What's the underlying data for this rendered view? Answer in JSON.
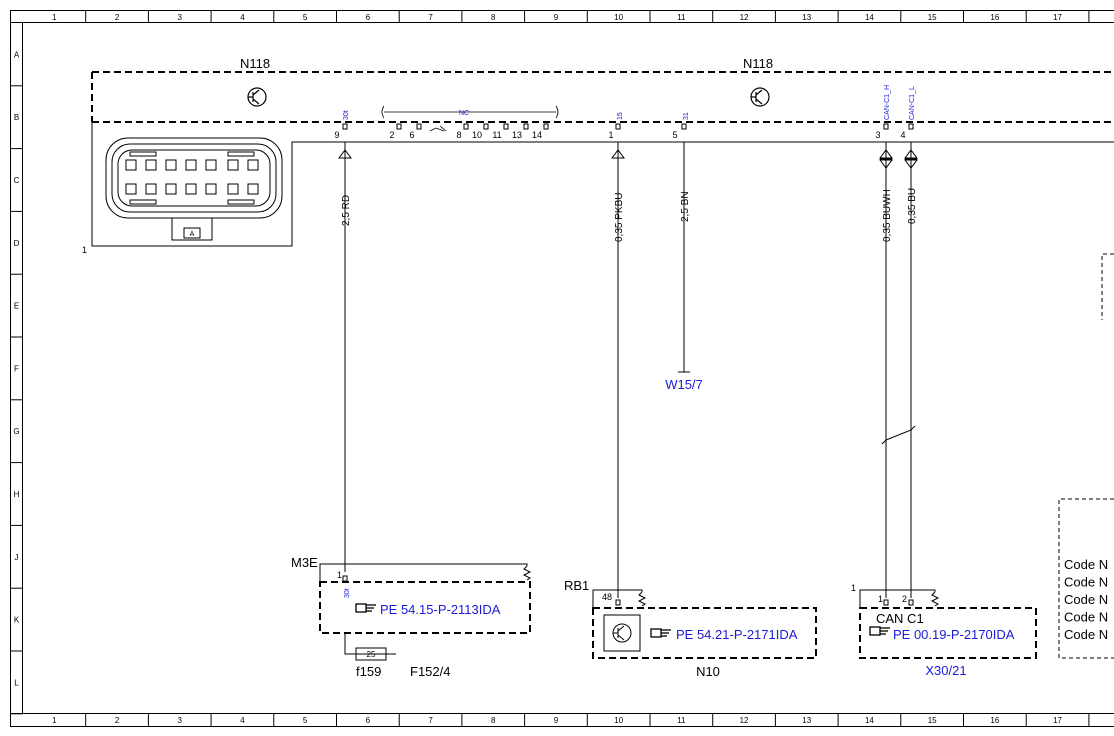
{
  "grid": {
    "columns": [
      "1",
      "2",
      "3",
      "4",
      "5",
      "6",
      "7",
      "8",
      "9",
      "10",
      "11",
      "12",
      "13",
      "14",
      "15",
      "16",
      "17"
    ],
    "rows": [
      "A",
      "B",
      "C",
      "D",
      "E",
      "F",
      "G",
      "H",
      "J",
      "K",
      "L"
    ]
  },
  "module": {
    "name_left": "N118",
    "name_right": "N118",
    "connector_number": "1",
    "nc_label": "NC",
    "pins": {
      "p9": "9",
      "p9_sig": "30t",
      "p2": "2",
      "p6": "6",
      "p8": "8",
      "p10": "10",
      "p11": "11",
      "p13": "13",
      "p14": "14",
      "p1": "1",
      "p1_sig": "15",
      "p5": "5",
      "p5_sig": "31",
      "p3": "3",
      "p3_sig": "CAN-C1_H",
      "p4": "4",
      "p4_sig": "CAN-C1_L"
    },
    "connector_plug_label": "A"
  },
  "wires": {
    "w1": "2,5 RD",
    "w2": "0,35 PKBU",
    "w3": "2,5 BN",
    "w4": "0,35 BUWH",
    "w5": "0,35 BU"
  },
  "ground": {
    "label": "W15/7"
  },
  "m3e": {
    "label": "M3E",
    "pin": "1",
    "pin_sig": "30t",
    "ref": "PE 54.15-P-2113IDA",
    "fuse_number": "25",
    "fuse_label": "f159",
    "fuse_box": "F152/4"
  },
  "rb1": {
    "label": "RB1",
    "pin": "48",
    "ref": "PE 54.21-P-2171IDA",
    "component": "N10"
  },
  "can": {
    "connector_number": "1",
    "pin1": "1",
    "pin2": "2",
    "title": "CAN C1",
    "ref": "PE 00.19-P-2170IDA",
    "component": "X30/21"
  },
  "code_entries": [
    "Code N",
    "Code N",
    "Code N",
    "Code N",
    "Code N"
  ],
  "colors": {
    "line": "#000000",
    "link": "#1a1ad8"
  }
}
